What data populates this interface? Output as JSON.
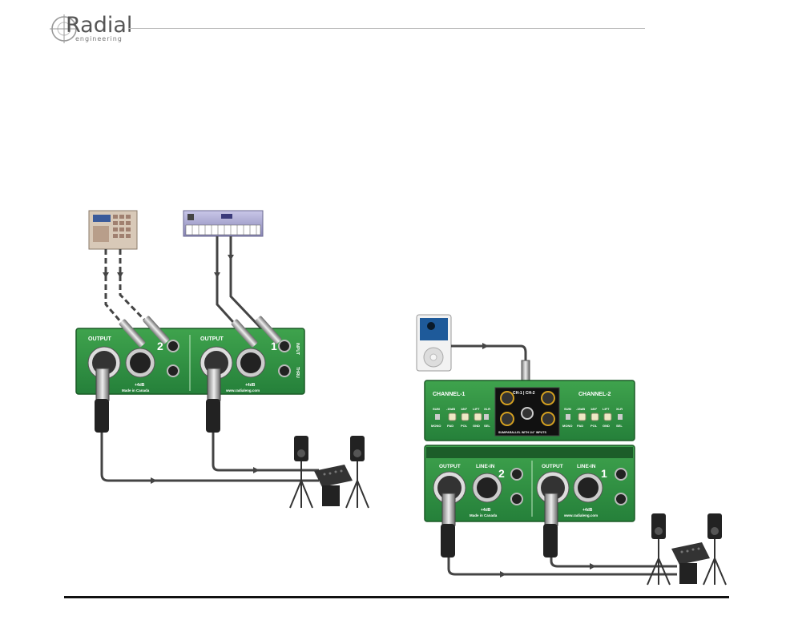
{
  "header": {
    "brand_name": "Radial",
    "brand_sub": "engineering"
  },
  "left_unit": {
    "output_label_a": "OUTPUT",
    "output_label_b": "OUTPUT",
    "channel_2": "2",
    "channel_1": "1",
    "plus4db_a": "+4dB",
    "plus4db_b": "+4dB",
    "made_in": "Made in Canada",
    "website": "www.radialeng.com",
    "input_label": "INPUT",
    "thru_label": "THRU"
  },
  "right_top_unit": {
    "channel1": "CHANNEL-1",
    "channel2": "CHANNEL-2",
    "center_label": "CH-1 | CH-2",
    "parallel_label": "SUM/PARALLEL WITH 1/4\" INPUTS",
    "switch_top_labels": [
      "SUM",
      "-15dB",
      "180°",
      "LIFT",
      "XLR"
    ],
    "switch_bottom_labels": [
      "MONO",
      "PAD",
      "POL",
      "GND",
      "SEL"
    ]
  },
  "right_bottom_unit": {
    "output_a": "OUTPUT",
    "output_b": "OUTPUT",
    "linein_a": "LINE-IN",
    "linein_b": "LINE-IN",
    "channel_2": "2",
    "channel_1": "1",
    "plus4db_a": "+4dB",
    "plus4db_b": "+4dB",
    "made_in": "Made in Canada",
    "website": "www.radialeng.com"
  },
  "colors": {
    "unit_green": "#2e8b3a",
    "unit_green_dark": "#1f6b2a",
    "cable": "#444444",
    "footer_line": "#111111"
  }
}
